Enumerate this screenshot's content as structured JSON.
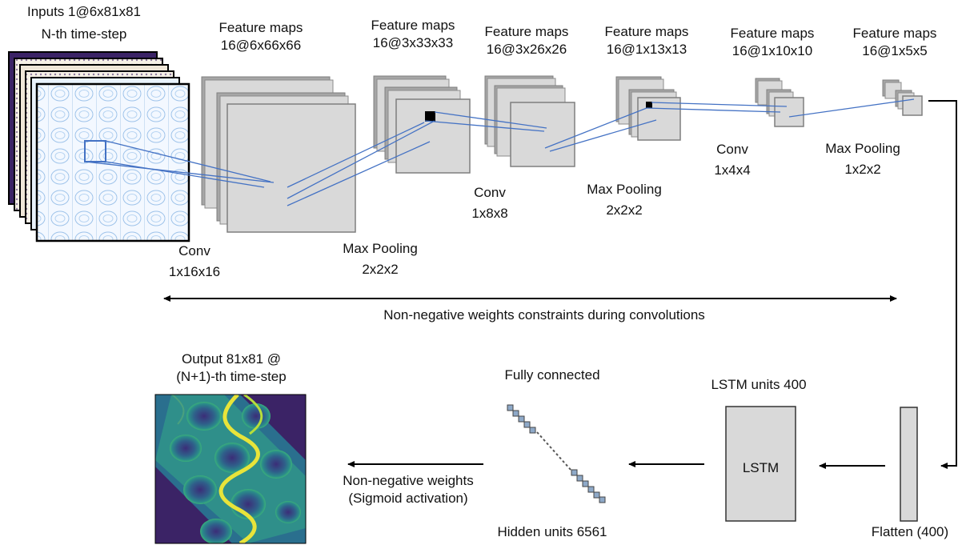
{
  "input": {
    "title": "Inputs 1@6x81x81",
    "subtitle": "N-th time-step"
  },
  "feature_maps": [
    {
      "title": "Feature maps",
      "dims": "16@6x66x66"
    },
    {
      "title": "Feature maps",
      "dims": "16@3x33x33"
    },
    {
      "title": "Feature maps",
      "dims": "16@3x26x26"
    },
    {
      "title": "Feature maps",
      "dims": "16@1x13x13"
    },
    {
      "title": "Feature maps",
      "dims": "16@1x10x10"
    },
    {
      "title": "Feature maps",
      "dims": "16@1x5x5"
    }
  ],
  "operations": [
    {
      "name": "Conv",
      "size": "1x16x16"
    },
    {
      "name": "Max Pooling",
      "size": "2x2x2"
    },
    {
      "name": "Conv",
      "size": "1x8x8"
    },
    {
      "name": "Max Pooling",
      "size": "2x2x2"
    },
    {
      "name": "Conv",
      "size": "1x4x4"
    },
    {
      "name": "Max Pooling",
      "size": "1x2x2"
    }
  ],
  "constraint_label": "Non-negative weights constraints during convolutions",
  "flatten_label": "Flatten (400)",
  "lstm": {
    "title": "LSTM units 400",
    "box_label": "LSTM"
  },
  "fully_connected": {
    "title": "Fully connected",
    "hidden_label": "Hidden units 6561"
  },
  "output_activation": {
    "line1": "Non-negative weights",
    "line2": "(Sigmoid activation)"
  },
  "output": {
    "title": "Output 81x81 @",
    "subtitle": "(N+1)-th time-step"
  },
  "colors": {
    "map_fill": "#d9d9d9",
    "map_shadow": "#a6a6a6",
    "connector": "#4472c4",
    "accent_yellow": "#e8e43a",
    "dark_purple": "#3b2366"
  }
}
